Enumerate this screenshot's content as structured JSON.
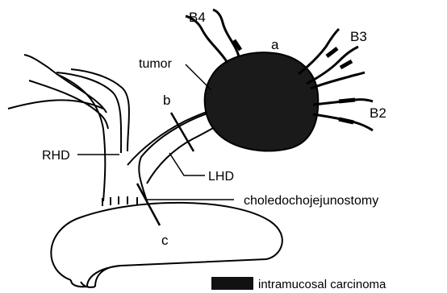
{
  "labels": {
    "b4": "B4",
    "b3": "B3",
    "b2": "B2",
    "a": "a",
    "b": "b",
    "c": "c",
    "tumor": "tumor",
    "rhd": "RHD",
    "lhd": "LHD",
    "choledochojejunostomy": "choledochojejunostomy"
  },
  "legend": {
    "label": "intramucosal carcinoma",
    "swatch_color": "#111111"
  },
  "colors": {
    "stroke": "#000000",
    "tumor_fill": "#1a1a1a",
    "background": "#ffffff"
  }
}
